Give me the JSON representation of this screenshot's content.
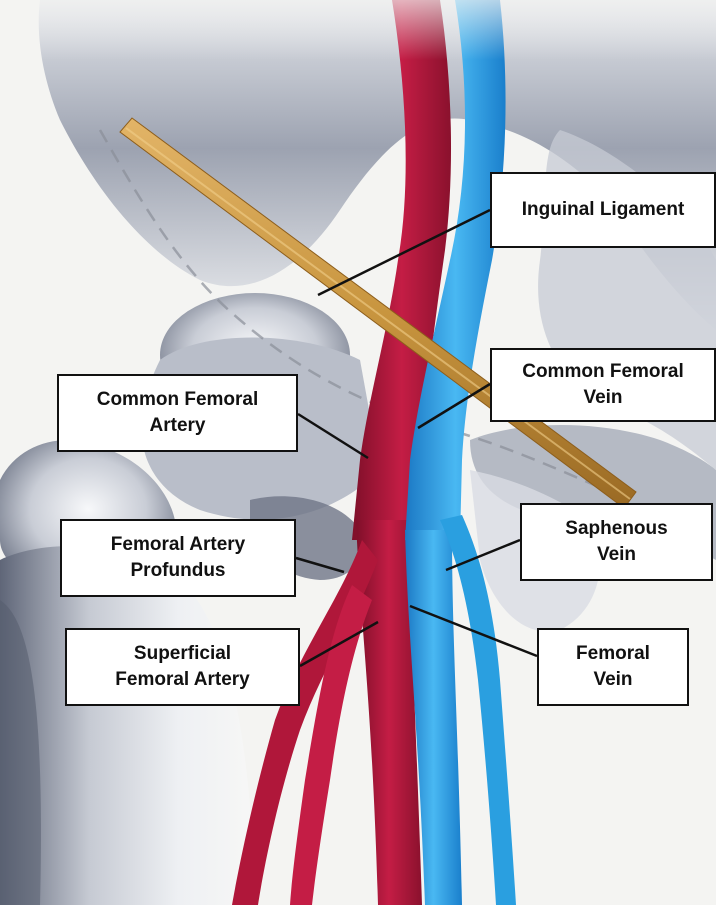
{
  "labels": {
    "inguinal_ligament": {
      "lines": [
        "Inguinal Ligament"
      ]
    },
    "common_femoral_vein": {
      "lines": [
        "Common Femoral",
        "Vein"
      ]
    },
    "common_femoral_artery": {
      "lines": [
        "Common Femoral",
        "Artery"
      ]
    },
    "femoral_artery_profundus": {
      "lines": [
        "Femoral Artery",
        "Profundus"
      ]
    },
    "saphenous_vein": {
      "lines": [
        "Saphenous",
        "Vein"
      ]
    },
    "superficial_femoral_artery": {
      "lines": [
        "Superficial",
        "Femoral Artery"
      ]
    },
    "femoral_vein": {
      "lines": [
        "Femoral",
        "Vein"
      ]
    }
  },
  "colors": {
    "artery": "#b0173a",
    "vein": "#2a9fe0",
    "ligament": "#c8953f",
    "bone_shadow": "#7b8394",
    "background": "#f4f4f2"
  }
}
